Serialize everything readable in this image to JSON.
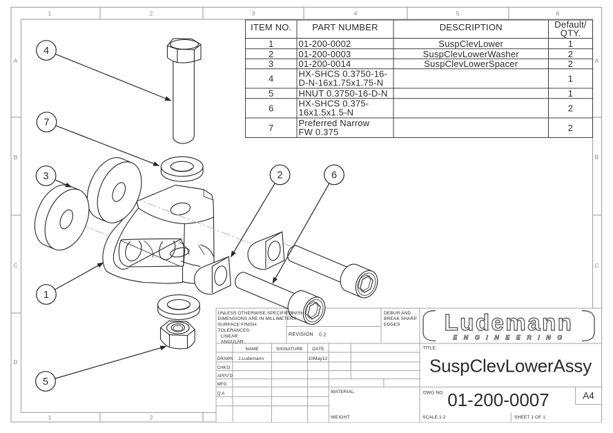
{
  "sheet": {
    "size_label": "A4"
  },
  "zones": {
    "top": [
      "1",
      "2",
      "3",
      "4",
      "5",
      "6"
    ],
    "bottom": [
      "1",
      "2"
    ],
    "left": [
      "A",
      "B",
      "C",
      "D"
    ],
    "right": [
      "A",
      "B",
      "C"
    ]
  },
  "bom": {
    "headers": {
      "item": "ITEM NO.",
      "part": "PART NUMBER",
      "desc": "DESCRIPTION",
      "qty_line1": "Default/",
      "qty_line2": "QTY."
    },
    "rows": [
      {
        "item": "1",
        "part_lines": [
          "01-200-0002"
        ],
        "desc": "SuspClevLower",
        "qty": "1"
      },
      {
        "item": "2",
        "part_lines": [
          "01-200-0003"
        ],
        "desc": "SuspClevLowerWasher",
        "qty": "2"
      },
      {
        "item": "3",
        "part_lines": [
          "01-200-0014"
        ],
        "desc": "SuspClevLowerSpacer",
        "qty": "2"
      },
      {
        "item": "4",
        "part_lines": [
          "HX-SHCS 0.3750-16-",
          "D-N-16x1.75x1.75-N"
        ],
        "desc": "",
        "qty": "1"
      },
      {
        "item": "5",
        "part_lines": [
          "HNUT 0.3750-16-D-N"
        ],
        "desc": "",
        "qty": "1"
      },
      {
        "item": "6",
        "part_lines": [
          "HX-SHCS 0.375-",
          "16x1.5x1.5-N"
        ],
        "desc": "",
        "qty": "2"
      },
      {
        "item": "7",
        "part_lines": [
          "Preferred Narrow",
          "FW 0.375"
        ],
        "desc": "",
        "qty": "2"
      }
    ]
  },
  "balloons": [
    {
      "number": "4"
    },
    {
      "number": "7"
    },
    {
      "number": "3"
    },
    {
      "number": "1"
    },
    {
      "number": "5"
    },
    {
      "number": "2"
    },
    {
      "number": "6"
    }
  ],
  "title_block": {
    "tolerance_lines": [
      "UNLESS OTHERWISE SPECIFIED:",
      "DIMENSIONS ARE IN MILLIMETERS",
      "SURFACE FINISH:",
      "TOLERANCES:",
      "LINEAR:",
      "ANGULAR:"
    ],
    "finish_label": "FINISH:",
    "revision_label": "REVISION",
    "revision_value": "0.2",
    "debur_lines": [
      "DEBUR AND",
      "BREAK SHARP",
      "EDGES"
    ],
    "name_table": {
      "headers": [
        "NAME",
        "SIGNATURE",
        "DATE"
      ],
      "rows": [
        {
          "role": "DRAWN",
          "name": "J.Ludemann",
          "date": "10May12"
        },
        {
          "role": "CHK'D",
          "name": "",
          "date": ""
        },
        {
          "role": "APPV'D",
          "name": "",
          "date": ""
        },
        {
          "role": "MFG",
          "name": "",
          "date": ""
        },
        {
          "role": "Q.A",
          "name": "",
          "date": ""
        }
      ]
    },
    "material_label": "MATERIAL:",
    "weight_label": "WEIGHT:",
    "scale_label": "SCALE:1:2",
    "sheet_label": "SHEET 1 OF 1",
    "title_label": "TITLE:",
    "dwg_label": "DWG NO."
  },
  "drawing": {
    "title": "SuspClevLowerAssy",
    "number": "01-200-0007"
  },
  "logo": {
    "name": "Ludemann",
    "engineering": "E N G I N E E R I N G"
  },
  "colors": {
    "ink": "#26262a",
    "frame_gray": "#a6a6aa",
    "bom_line": "#3c3c40",
    "faint": "#b5b5b8"
  }
}
